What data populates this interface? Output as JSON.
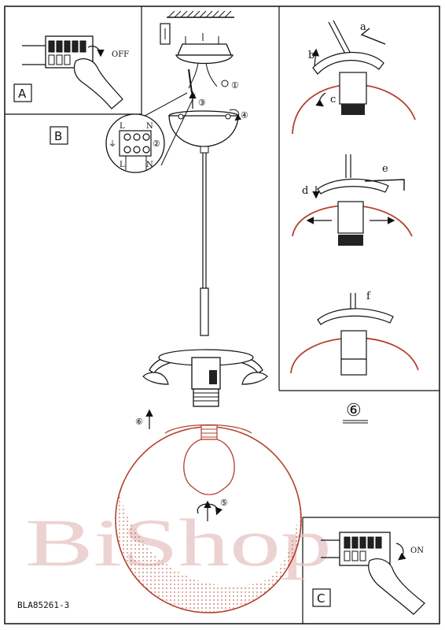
{
  "model_number": "BLA85261-3",
  "watermark": "BiShop",
  "panels": {
    "a": {
      "box_label": "A",
      "switch_text": "OFF"
    },
    "b": {
      "box_label": "B"
    },
    "c": {
      "box_label": "C",
      "switch_text": "ON"
    },
    "six": {
      "title": "⑥"
    }
  },
  "terminal_labels": {
    "live": "L",
    "neutral": "N",
    "earth": "⏚"
  },
  "step_markers": [
    "①",
    "②",
    "③",
    "④",
    "⑤",
    "⑥"
  ],
  "detail_letters": [
    "a",
    "b",
    "c",
    "d",
    "e",
    "f"
  ],
  "colors": {
    "line": "#111111",
    "shade": "#b3412e",
    "watermark": "#e8c4c4"
  }
}
